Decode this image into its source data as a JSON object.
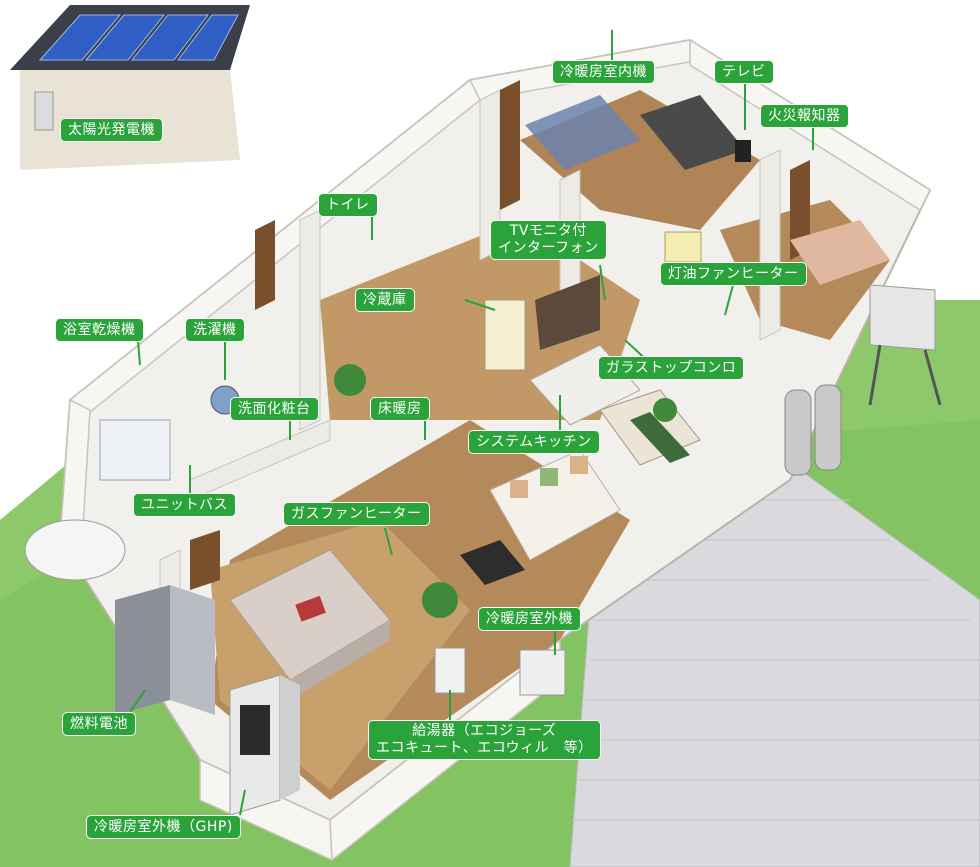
{
  "colors": {
    "label_bg": "#2aa43a",
    "label_text": "#ffffff",
    "lawn": "#8dc86a",
    "floor": "#b48a5a",
    "wall": "#f2f0ec",
    "deck": "#d9d9de"
  },
  "labels": {
    "solar": "太陽光発電機",
    "ac_indoor": "冷暖房室内機",
    "tv": "テレビ",
    "fire_alarm": "火災報知器",
    "toilet": "トイレ",
    "tv_intercom_1": "TVモニタ付",
    "tv_intercom_2": "インターフォン",
    "kerosene_heater": "灯油ファンヒーター",
    "fridge": "冷蔵庫",
    "bath_dryer": "浴室乾燥機",
    "washer": "洗濯機",
    "glass_stove": "ガラストップコンロ",
    "vanity": "洗面化粧台",
    "floor_heating": "床暖房",
    "system_kitchen": "システムキッチン",
    "unit_bath": "ユニットバス",
    "gas_heater": "ガスファンヒーター",
    "ac_outdoor": "冷暖房室外機",
    "fuel_cell": "燃料電池",
    "water_heater_1": "給湯器（エコジョーズ",
    "water_heater_2": "エコキュート、エコウィル　等）",
    "ac_outdoor_ghp": "冷暖房室外機（GHP)"
  }
}
